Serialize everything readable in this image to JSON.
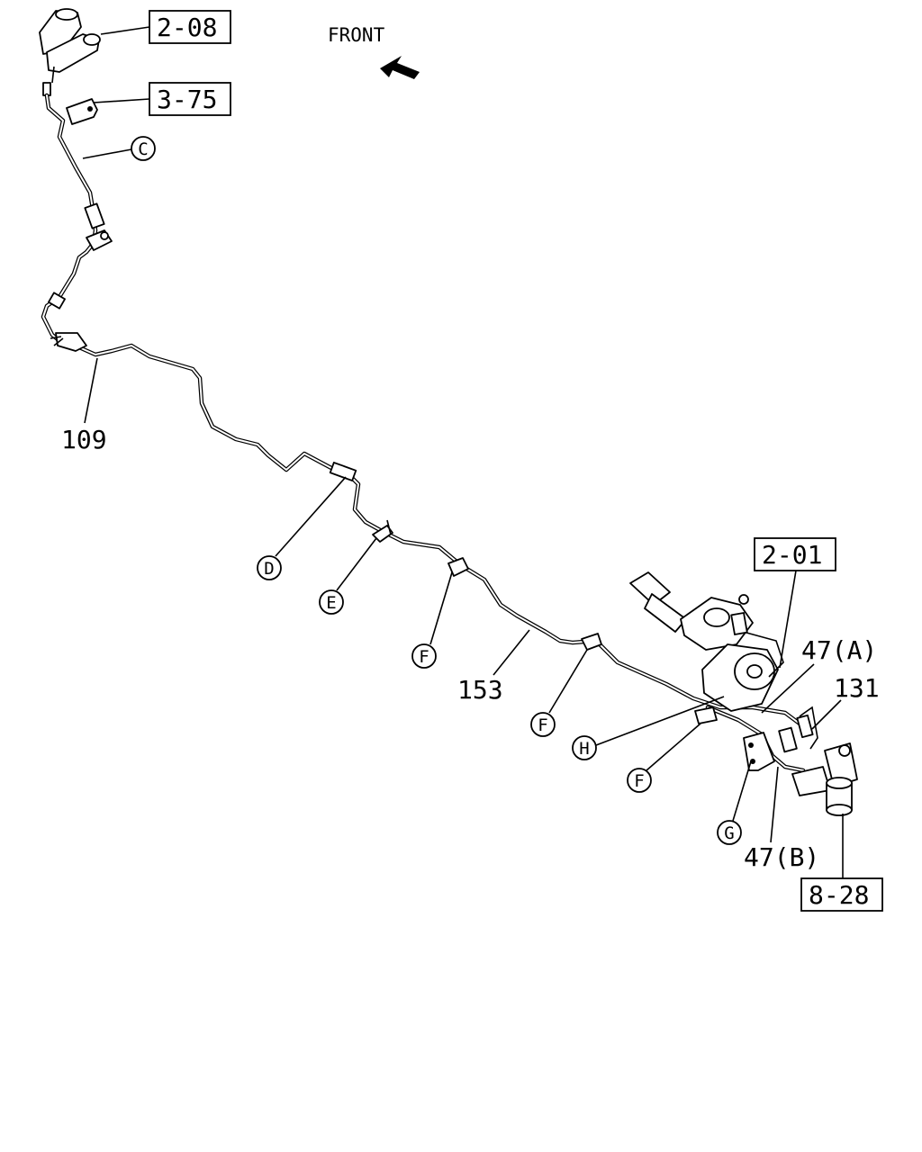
{
  "direction": {
    "label": "FRONT",
    "arrow_icon": "arrow-left-icon"
  },
  "reference_boxes": {
    "master_cylinder": "2-08",
    "bracket": "3-75",
    "booster": "2-01",
    "valve": "8-28"
  },
  "part_numbers": {
    "pipe_front": "109",
    "pipe_mid": "153",
    "hose_a": "47(A)",
    "hose_b": "47(B)",
    "connector": "131"
  },
  "circle_callouts": {
    "c": "C",
    "d": "D",
    "e": "E",
    "f1": "F",
    "f2": "F",
    "f3": "F",
    "g": "G",
    "h": "H"
  },
  "colors": {
    "line": "#000000",
    "background": "#ffffff"
  }
}
